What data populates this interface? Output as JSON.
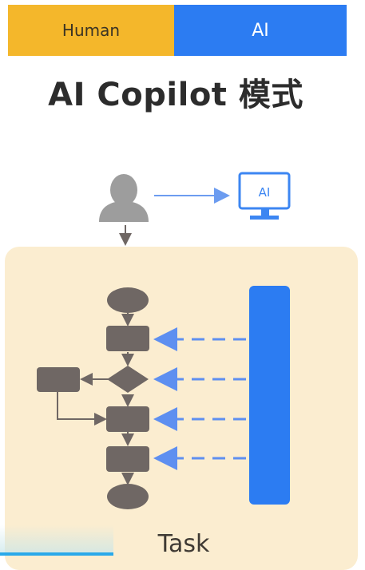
{
  "legend": {
    "human_label": "Human",
    "ai_label": "AI",
    "human_color": "#f4b72b",
    "ai_color": "#2c7cf2"
  },
  "title": "AI Copilot 模式",
  "diagram": {
    "monitor_label": "AI",
    "task_label": "Task",
    "colors": {
      "panel": "#fbedd0",
      "node": "#6f6764",
      "ai_bar": "#2c7cf2",
      "dashed_arrow": "#5e8ff0",
      "person": "#9d9d9d",
      "monitor": "#3c86f2"
    }
  }
}
